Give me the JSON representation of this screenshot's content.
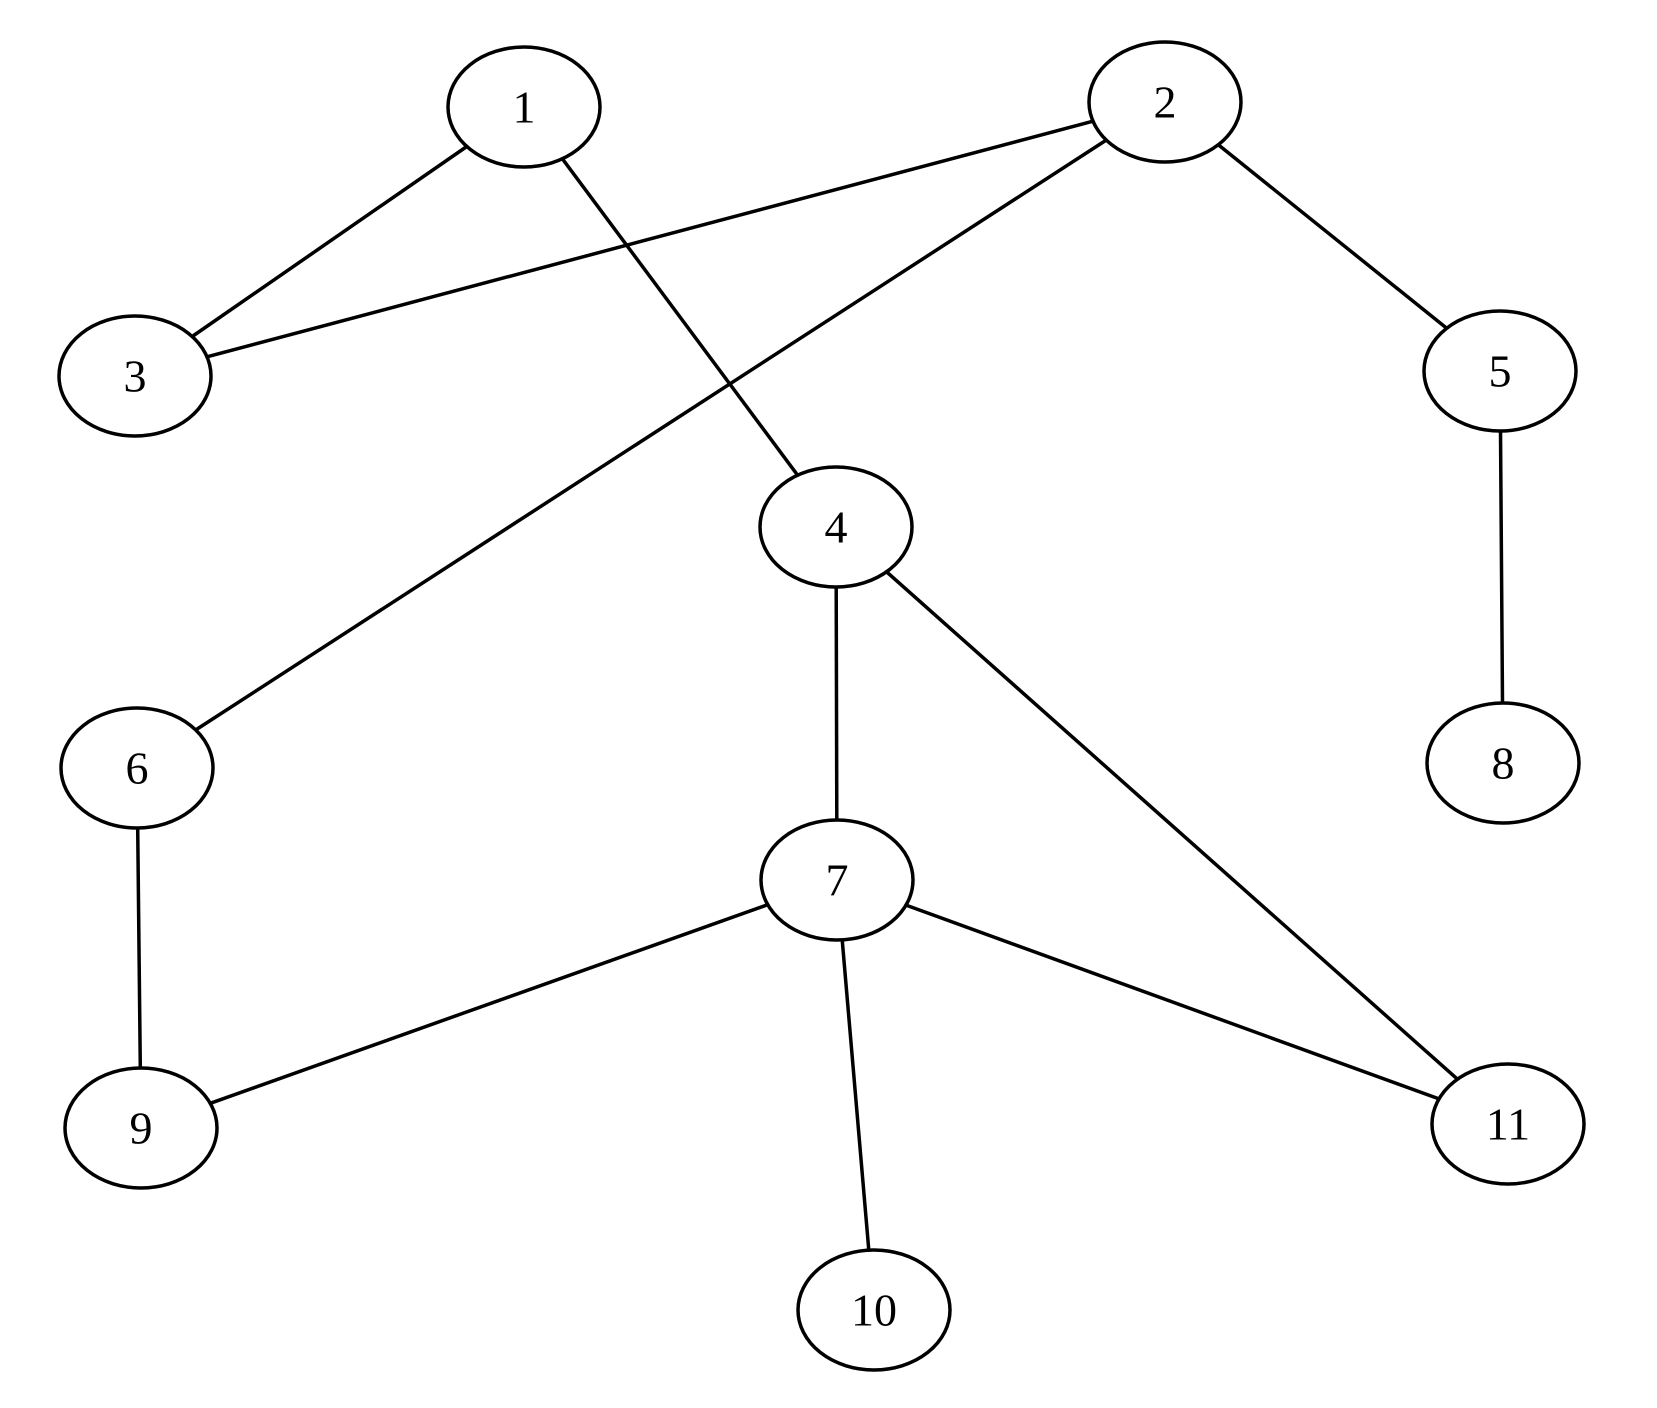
{
  "nodes": [
    {
      "id": "1",
      "label": "1"
    },
    {
      "id": "2",
      "label": "2"
    },
    {
      "id": "3",
      "label": "3"
    },
    {
      "id": "4",
      "label": "4"
    },
    {
      "id": "5",
      "label": "5"
    },
    {
      "id": "6",
      "label": "6"
    },
    {
      "id": "7",
      "label": "7"
    },
    {
      "id": "8",
      "label": "8"
    },
    {
      "id": "9",
      "label": "9"
    },
    {
      "id": "10",
      "label": "10"
    },
    {
      "id": "11",
      "label": "11"
    }
  ],
  "edges": [
    {
      "from": "1",
      "to": "3"
    },
    {
      "from": "1",
      "to": "4"
    },
    {
      "from": "2",
      "to": "3"
    },
    {
      "from": "2",
      "to": "6"
    },
    {
      "from": "2",
      "to": "5"
    },
    {
      "from": "5",
      "to": "8"
    },
    {
      "from": "4",
      "to": "7"
    },
    {
      "from": "4",
      "to": "11"
    },
    {
      "from": "6",
      "to": "9"
    },
    {
      "from": "7",
      "to": "9"
    },
    {
      "from": "7",
      "to": "10"
    },
    {
      "from": "7",
      "to": "11"
    }
  ]
}
